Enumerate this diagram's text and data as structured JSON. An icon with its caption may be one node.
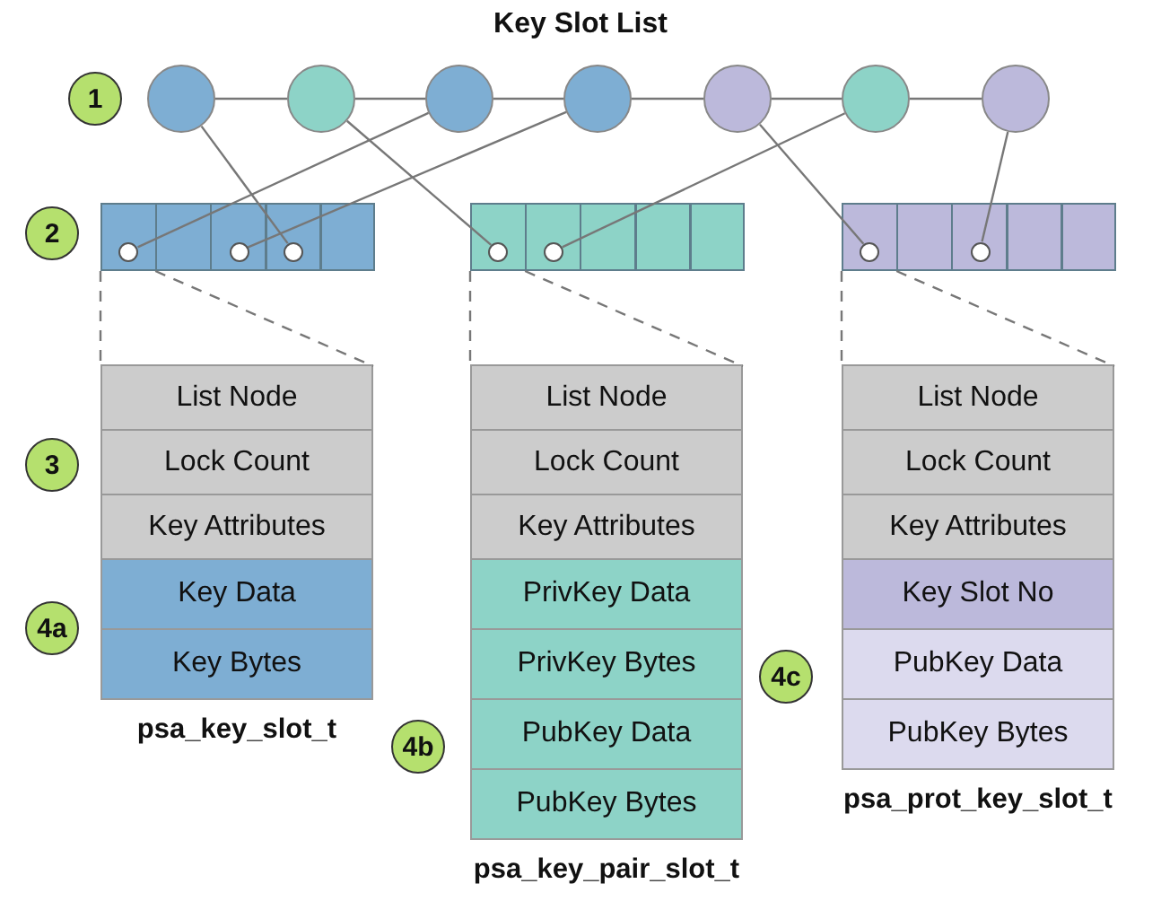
{
  "diagram": {
    "title": "Key Slot List",
    "nodes": [
      {
        "text": [],
        "shape": "circle"
      },
      {
        "text": [],
        "shape": "circle"
      },
      {
        "text": [],
        "shape": "circle"
      },
      {
        "text": [],
        "shape": "circle"
      },
      {
        "text": [],
        "shape": "circle"
      },
      {
        "text": [],
        "shape": "circle"
      },
      {
        "text": [],
        "shape": "circle"
      },
      {
        "text": [],
        "shape": "box"
      },
      {
        "text": [],
        "shape": "box"
      },
      {
        "text": [],
        "shape": "box"
      },
      {
        "text": [],
        "shape": "circle",
        "in": 7
      },
      {
        "text": [],
        "shape": "circle",
        "in": 7
      },
      {
        "text": [],
        "shape": "circle",
        "in": 7
      },
      {
        "text": [],
        "shape": "circle",
        "in": 8
      },
      {
        "text": [],
        "shape": "circle",
        "in": 8
      },
      {
        "text": [],
        "shape": "circle",
        "in": 9
      },
      {
        "text": [],
        "shape": "circle",
        "in": 9
      },
      {
        "text": [
          "psa_key_slot_t"
        ]
      },
      {
        "text": [
          "List Node"
        ],
        "in": 17
      },
      {
        "text": [
          "Lock Count"
        ],
        "in": 17
      },
      {
        "text": [
          "Key Attributes"
        ],
        "in": 17
      },
      {
        "text": [
          "Key Data"
        ],
        "in": 17
      },
      {
        "text": [
          "Key Bytes"
        ],
        "in": 17
      },
      {
        "text": [
          "psa_key_pair_slot_t"
        ]
      },
      {
        "text": [
          "List Node"
        ],
        "in": 23
      },
      {
        "text": [
          "Lock Count"
        ],
        "in": 23
      },
      {
        "text": [
          "Key Attributes"
        ],
        "in": 23
      },
      {
        "text": [
          "PrivKey Data"
        ],
        "in": 23
      },
      {
        "text": [
          "PrivKey Bytes"
        ],
        "in": 23
      },
      {
        "text": [
          "PubKey Data"
        ],
        "in": 23
      },
      {
        "text": [
          "PubKey Bytes"
        ],
        "in": 23
      },
      {
        "text": [
          "psa_prot_key_slot_t"
        ]
      },
      {
        "text": [
          "List Node"
        ],
        "in": 31
      },
      {
        "text": [
          "Lock Count"
        ],
        "in": 31
      },
      {
        "text": [
          "Key Attributes"
        ],
        "in": 31
      },
      {
        "text": [
          "Key Slot No"
        ],
        "in": 31
      },
      {
        "text": [
          "PubKey Data"
        ],
        "in": 31
      },
      {
        "text": [
          "PubKey Bytes"
        ],
        "in": 31
      },
      {
        "text": [
          "1"
        ]
      },
      {
        "text": [
          "2"
        ]
      },
      {
        "text": [
          "3"
        ]
      },
      {
        "text": [
          "4a"
        ]
      },
      {
        "text": [
          "4b"
        ]
      },
      {
        "text": [
          "4c"
        ]
      }
    ],
    "edges": [
      {
        "from": 0,
        "to": 1,
        "arrow": "none"
      },
      {
        "from": 1,
        "to": 2,
        "arrow": "none"
      },
      {
        "from": 2,
        "to": 3,
        "arrow": "none"
      },
      {
        "from": 3,
        "to": 4,
        "arrow": "none"
      },
      {
        "from": 4,
        "to": 5,
        "arrow": "none"
      },
      {
        "from": 5,
        "to": 6,
        "arrow": "none"
      },
      {
        "from": 0,
        "to": 12,
        "arrow": "none"
      },
      {
        "from": 1,
        "to": 13,
        "arrow": "none"
      },
      {
        "from": 2,
        "to": 10,
        "arrow": "none"
      },
      {
        "from": 3,
        "to": 11,
        "arrow": "none"
      },
      {
        "from": 4,
        "to": 15,
        "arrow": "none"
      },
      {
        "from": 5,
        "to": 14,
        "arrow": "none"
      },
      {
        "from": 6,
        "to": 16,
        "arrow": "none"
      },
      {
        "from": 7,
        "to": 17,
        "arrow": "none",
        "style": "dashed"
      },
      {
        "from": 7,
        "to": 17,
        "arrow": "none",
        "style": "dashed"
      },
      {
        "from": 8,
        "to": 23,
        "arrow": "none",
        "style": "dashed"
      },
      {
        "from": 8,
        "to": 23,
        "arrow": "none",
        "style": "dashed"
      },
      {
        "from": 9,
        "to": 31,
        "arrow": "none",
        "style": "dashed"
      },
      {
        "from": 9,
        "to": 31,
        "arrow": "none",
        "style": "dashed"
      }
    ]
  }
}
